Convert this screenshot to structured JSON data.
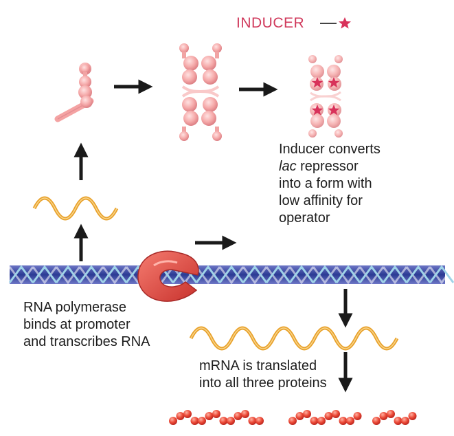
{
  "inducer": {
    "label": "INDUCER",
    "symbol": "star"
  },
  "captions": {
    "inducer_converts": {
      "line1": "Inducer converts",
      "line2_italic": "lac",
      "line2_rest": " repressor",
      "line3": "into a form with",
      "line4": "low affinity for",
      "line5": "operator"
    },
    "polymerase": {
      "line1": "RNA polymerase",
      "line2": "binds at promoter",
      "line3": "and transcribes RNA"
    },
    "translation": {
      "line1": "mRNA is translated",
      "line2": "into all three proteins"
    }
  },
  "colors": {
    "repressor": "#f4a3a3",
    "inducer": "#d8325a",
    "mrna": "#e8a12a",
    "dna": "#2a3f8f",
    "polymerase": "#e0504a",
    "protein": "#e33b2e",
    "arrow": "#1a1a1a"
  },
  "icons": {
    "repressor_monomer": "repressor-monomer-icon",
    "repressor_tetramer": "repressor-tetramer-icon",
    "repressor_with_inducer": "inducer-bound-repressor-icon",
    "dna": "dna-helix-icon",
    "polymerase": "rna-polymerase-icon",
    "mrna": "mrna-strand-icon",
    "proteins": "protein-chain-icon"
  }
}
